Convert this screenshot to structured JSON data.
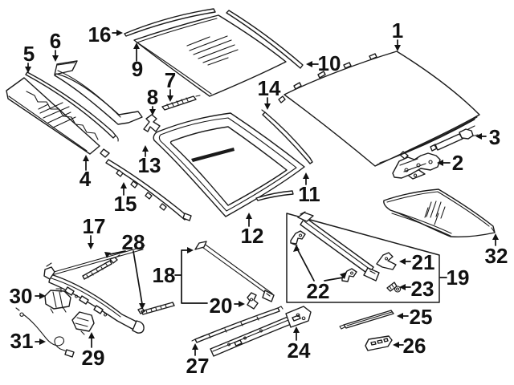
{
  "colors": {
    "background": "#ffffff",
    "line": "#1a1a1a",
    "label": "#111111"
  },
  "callouts": [
    {
      "label": "1"
    },
    {
      "label": "2"
    },
    {
      "label": "3"
    },
    {
      "label": "4"
    },
    {
      "label": "5"
    },
    {
      "label": "6"
    },
    {
      "label": "7"
    },
    {
      "label": "8"
    },
    {
      "label": "9"
    },
    {
      "label": "10"
    },
    {
      "label": "11"
    },
    {
      "label": "12"
    },
    {
      "label": "13"
    },
    {
      "label": "14"
    },
    {
      "label": "15"
    },
    {
      "label": "16"
    },
    {
      "label": "17"
    },
    {
      "label": "18"
    },
    {
      "label": "19"
    },
    {
      "label": "20"
    },
    {
      "label": "21"
    },
    {
      "label": "22"
    },
    {
      "label": "23"
    },
    {
      "label": "24"
    },
    {
      "label": "25"
    },
    {
      "label": "26"
    },
    {
      "label": "27"
    },
    {
      "label": "28"
    },
    {
      "label": "29"
    },
    {
      "label": "30"
    },
    {
      "label": "31"
    },
    {
      "label": "32"
    }
  ]
}
